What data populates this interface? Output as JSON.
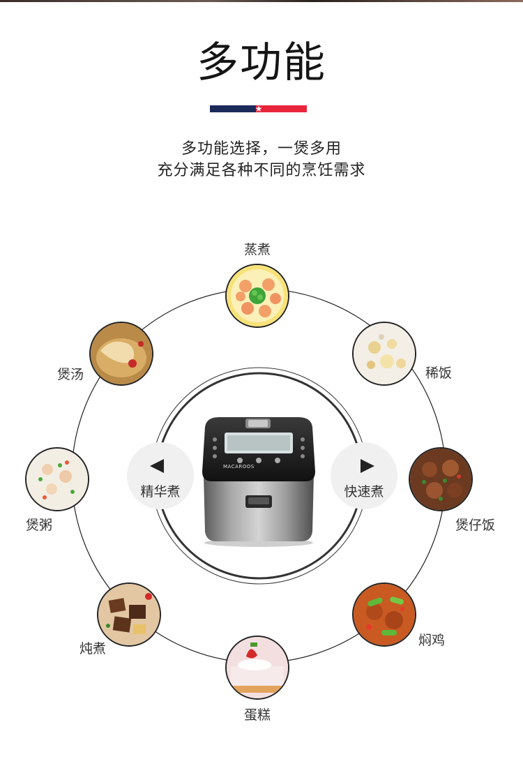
{
  "header": {
    "title": "多功能",
    "subtitle_line1": "多功能选择，一煲多用",
    "subtitle_line2": "充分满足各种不同的烹饪需求"
  },
  "functions": [
    {
      "label": "蒸煮",
      "icon": "steamed-shrimp-image"
    },
    {
      "label": "稀饭",
      "icon": "rice-porridge-image"
    },
    {
      "label": "煲仔饭",
      "icon": "claypot-rice-image"
    },
    {
      "label": "焖鸡",
      "icon": "braised-chicken-image"
    },
    {
      "label": "蛋糕",
      "icon": "cake-image"
    },
    {
      "label": "炖煮",
      "icon": "stew-image"
    },
    {
      "label": "煲粥",
      "icon": "congee-image"
    },
    {
      "label": "煲汤",
      "icon": "soup-image"
    }
  ],
  "controls": {
    "left_label": "精华煮",
    "right_label": "快速煮"
  },
  "product": {
    "brand": "MACAROOS"
  },
  "colors": {
    "flag_blue": "#1c2a5a",
    "flag_red": "#e8253a"
  }
}
